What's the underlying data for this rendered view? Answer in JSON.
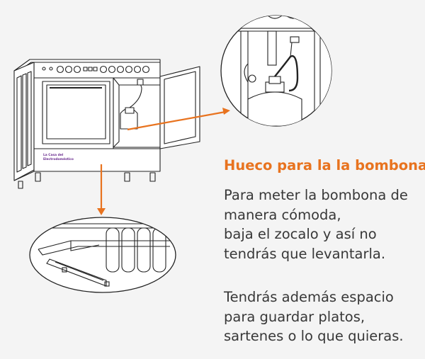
{
  "heading": "Hueco para la la bombona",
  "paragraph_1": [
    "Para meter la bombona de",
    "manera cómoda,",
    "baja el zocalo y así no",
    "tendrás que levantarla."
  ],
  "paragraph_2": [
    "Tendrás además espacio",
    "para guardar platos,",
    "sartenes o lo que quieras."
  ],
  "logo_text": [
    "La Casa del",
    "Electrodoméstico"
  ],
  "colors": {
    "accent": "#e8731f",
    "text": "#383838",
    "line": "#222222",
    "background": "#f4f4f4",
    "logo": "#6a2c8f"
  }
}
